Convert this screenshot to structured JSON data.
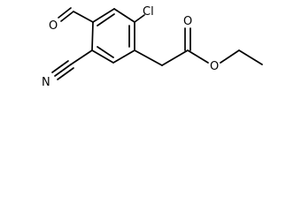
{
  "atoms": {
    "chlorine": "Cl",
    "carbonyl_oxygen": "O",
    "ester_oxygen": "O",
    "aldehyde_oxygen": "O",
    "nitrile_nitrogen": "N"
  }
}
